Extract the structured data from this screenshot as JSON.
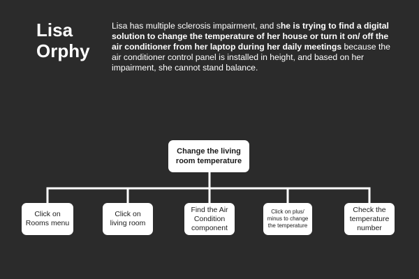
{
  "persona": {
    "first_name": "Lisa",
    "last_name": "Orphy",
    "desc_part1": "Lisa has multiple sclerosis impairment, and s",
    "desc_bold": "he is trying to find a digital solution to change the temperature of her house or turn it on/ off the air conditioner from her laptop during her daily meetings",
    "desc_part2": " because the air conditioner control panel is installed in height, and based on her impairment, she cannot stand balance."
  },
  "flow": {
    "root": "Change the living room temperature",
    "steps": [
      "Click on Rooms menu",
      "Click on living room",
      "Find the Air Condition component",
      "Click on plus/ minus to change the temperature",
      "Check the temperature number"
    ]
  },
  "colors": {
    "background": "#2b2b2b",
    "node_fill": "#ffffff",
    "connector": "#ffffff",
    "text_light": "#ffffff",
    "text_dark": "#1a1a1a"
  }
}
